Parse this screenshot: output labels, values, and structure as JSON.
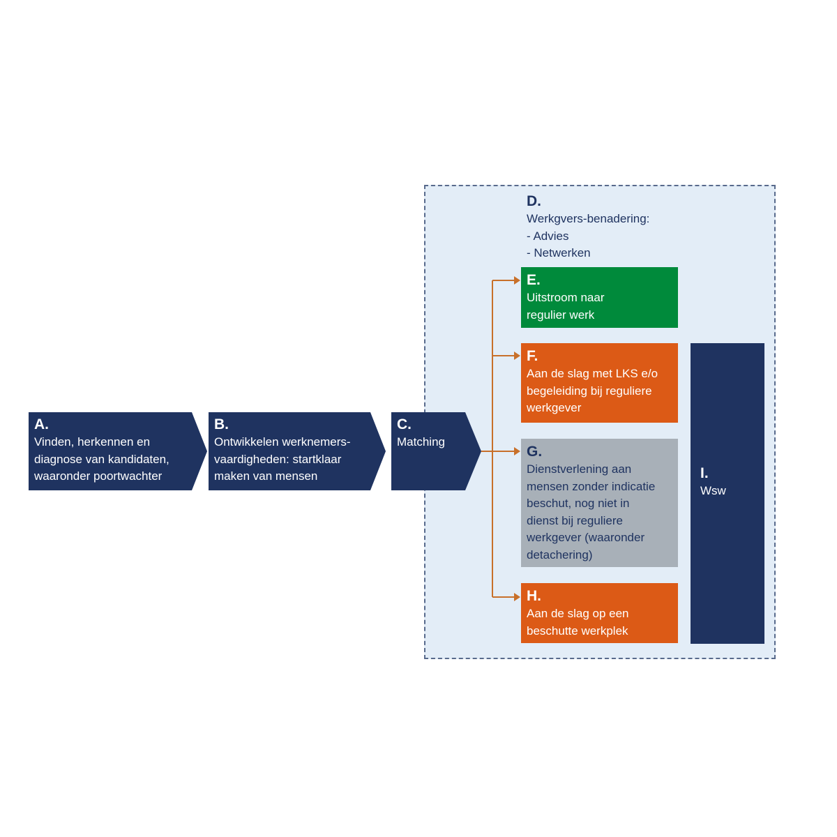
{
  "colors": {
    "navy": "#1f3360",
    "green": "#008a3b",
    "orange": "#dc5a16",
    "grey": "#a8b0b8",
    "region_bg": "#e3edf7",
    "arrow": "#c8702a"
  },
  "steps": {
    "a": {
      "letter": "A.",
      "text": "Vinden, herkennen en\ndiagnose van kandidaten,\nwaaronder poortwachter"
    },
    "b": {
      "letter": "B.",
      "text": "Ontwikkelen  werknemers-\nvaardigheden: startklaar\nmaken van mensen"
    },
    "c": {
      "letter": "C.",
      "text": "Matching"
    }
  },
  "region": {
    "d": {
      "letter": "D.",
      "text": "Werkgvers-benadering:\n- Advies\n- Netwerken"
    },
    "e": {
      "letter": "E.",
      "text": "Uitstroom naar\nregulier werk"
    },
    "f": {
      "letter": "F.",
      "text": "Aan de slag met LKS e/o\nbegeleiding bij reguliere\nwerkgever"
    },
    "g": {
      "letter": "G.",
      "text": "Dienstverlening aan\nmensen zonder indicatie\nbeschut, nog niet in\ndienst bij reguliere\nwerkgever (waaronder\ndetachering)"
    },
    "h": {
      "letter": "H.",
      "text": "Aan de slag op een\nbeschutte werkplek"
    },
    "i": {
      "letter": "I.",
      "text": "Wsw"
    }
  }
}
